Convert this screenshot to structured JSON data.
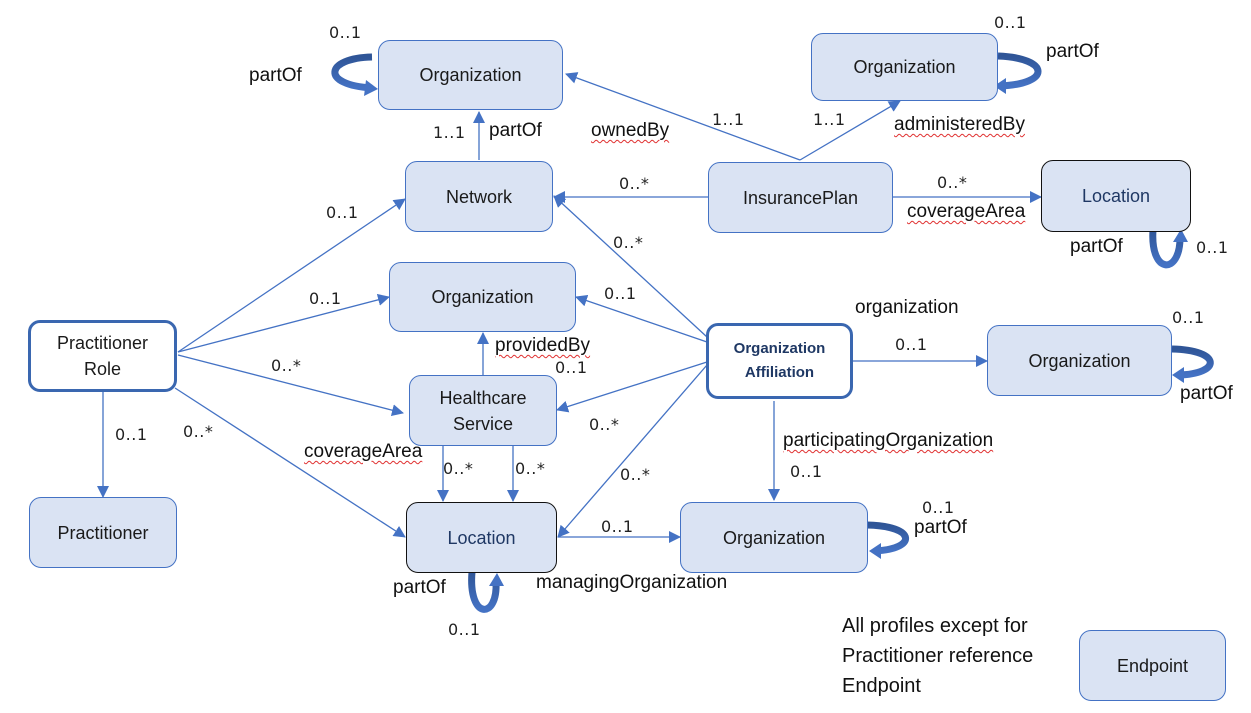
{
  "diagram": {
    "nodes": [
      {
        "id": "org_top",
        "label": "Organization"
      },
      {
        "id": "org_topright",
        "label": "Organization"
      },
      {
        "id": "network",
        "label": "Network"
      },
      {
        "id": "insurance_plan",
        "label": "InsurancePlan"
      },
      {
        "id": "location_right",
        "label": "Location"
      },
      {
        "id": "org_mid",
        "label": "Organization"
      },
      {
        "id": "practitioner_role",
        "label": "Practitioner Role"
      },
      {
        "id": "org_affiliation",
        "label": "Organization Affiliation"
      },
      {
        "id": "org_right",
        "label": "Organization"
      },
      {
        "id": "healthcare_service",
        "label": "Healthcare Service"
      },
      {
        "id": "practitioner",
        "label": "Practitioner"
      },
      {
        "id": "location_bottom",
        "label": "Location"
      },
      {
        "id": "org_bottom",
        "label": "Organization"
      },
      {
        "id": "endpoint",
        "label": "Endpoint"
      }
    ],
    "edges": [
      {
        "from": "network",
        "to": "org_top",
        "label": "partOf",
        "multiplicity": "1..1"
      },
      {
        "from": "insurance_plan",
        "to": "org_top",
        "label": "ownedBy",
        "multiplicity": "1..1"
      },
      {
        "from": "insurance_plan",
        "to": "org_topright",
        "label": "administeredBy",
        "multiplicity": "1..1"
      },
      {
        "from": "insurance_plan",
        "to": "network",
        "label": "",
        "multiplicity": "0..*"
      },
      {
        "from": "insurance_plan",
        "to": "location_right",
        "label": "coverageArea",
        "multiplicity": "0..*"
      },
      {
        "from": "practitioner_role",
        "to": "network",
        "label": "",
        "multiplicity": "0..1"
      },
      {
        "from": "practitioner_role",
        "to": "org_mid",
        "label": "",
        "multiplicity": "0..1"
      },
      {
        "from": "practitioner_role",
        "to": "healthcare_service",
        "label": "",
        "multiplicity": "0..*"
      },
      {
        "from": "practitioner_role",
        "to": "location_bottom",
        "label": "",
        "multiplicity": "0..*"
      },
      {
        "from": "practitioner_role",
        "to": "practitioner",
        "label": "",
        "multiplicity": "0..1"
      },
      {
        "from": "org_affiliation",
        "to": "network",
        "label": "",
        "multiplicity": "0..*"
      },
      {
        "from": "org_affiliation",
        "to": "org_mid",
        "label": "",
        "multiplicity": "0..1"
      },
      {
        "from": "org_affiliation",
        "to": "healthcare_service",
        "label": "",
        "multiplicity": "0..*"
      },
      {
        "from": "org_affiliation",
        "to": "location_bottom",
        "label": "",
        "multiplicity": "0..*"
      },
      {
        "from": "org_affiliation",
        "to": "org_right",
        "label": "organization",
        "multiplicity": "0..1"
      },
      {
        "from": "org_affiliation",
        "to": "org_bottom",
        "label": "participatingOrganization",
        "multiplicity": "0..1"
      },
      {
        "from": "healthcare_service",
        "to": "org_mid",
        "label": "providedBy",
        "multiplicity": "0..1"
      },
      {
        "from": "healthcare_service",
        "to": "location_bottom",
        "label": "coverageArea",
        "multiplicity": "0..*"
      },
      {
        "from": "healthcare_service",
        "to": "location_bottom",
        "label": "",
        "multiplicity": "0..*"
      },
      {
        "from": "location_bottom",
        "to": "org_bottom",
        "label": "managingOrganization",
        "multiplicity": "0..1"
      }
    ],
    "self_loops": [
      {
        "node": "org_top",
        "label": "partOf",
        "multiplicity": "0..1"
      },
      {
        "node": "org_topright",
        "label": "partOf",
        "multiplicity": "0..1"
      },
      {
        "node": "location_right",
        "label": "partOf",
        "multiplicity": "0..1"
      },
      {
        "node": "org_right",
        "label": "partOf",
        "multiplicity": "0..1"
      },
      {
        "node": "org_bottom",
        "label": "partOf",
        "multiplicity": "0..1"
      },
      {
        "node": "location_bottom",
        "label": "partOf",
        "multiplicity": "0..1"
      }
    ],
    "note": {
      "lines": [
        "All profiles except for",
        "Practitioner reference",
        "Endpoint"
      ]
    },
    "colors": {
      "node_fill": "#dae3f3",
      "node_border": "#4472c4",
      "arrow": "#4472c4",
      "loop_arrow": "#2f5597",
      "location_text": "#1f3864"
    }
  }
}
